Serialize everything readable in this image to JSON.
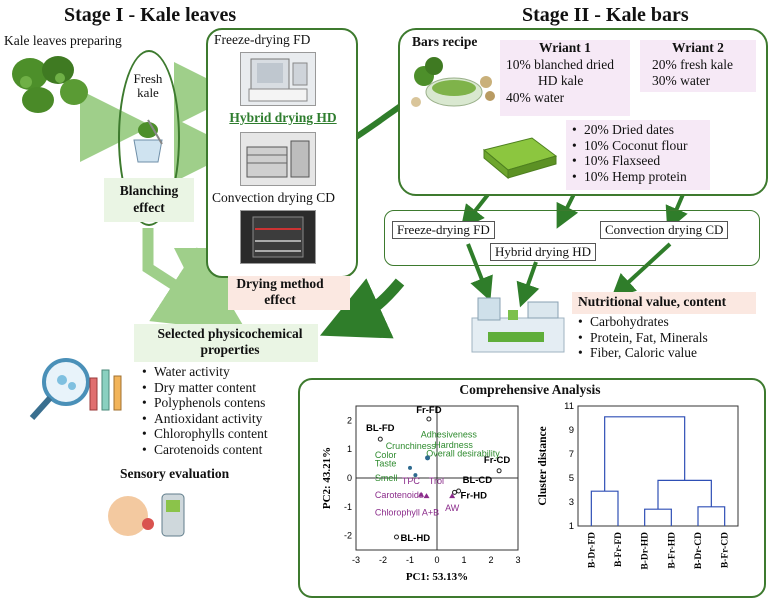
{
  "stage1": {
    "title": "Stage I - Kale leaves",
    "kale_preparing": "Kale leaves preparing",
    "fresh_kale": "Fresh\nkale",
    "blanching": "Blanching\neffect",
    "freeze_drying": "Freeze-drying FD",
    "hybrid_drying": "Hybrid drying HD",
    "convection_drying": "Convection drying CD",
    "drying_effect": "Drying method\neffect"
  },
  "stage2": {
    "title": "Stage II - Kale bars",
    "bars_recipe": "Bars recipe",
    "variant1_title": "Wriant 1",
    "variant1_lines": [
      "10% blanched dried",
      "HD kale",
      "40% water"
    ],
    "variant2_title": "Wriant 2",
    "variant2_lines": [
      "20% fresh kale",
      "30% water"
    ],
    "ingredients": [
      "20% Dried dates",
      "10%  Coconut flour",
      "10% Flaxseed",
      "10% Hemp protein"
    ],
    "methods": {
      "fd": "Freeze-drying FD",
      "cd": "Convection drying CD",
      "hd": "Hybrid drying HD"
    }
  },
  "nutrition": {
    "title": "Nutritional value, content",
    "items": [
      "Carbohydrates",
      "Protein, Fat, Minerals",
      "Fiber, Caloric value"
    ]
  },
  "physchem": {
    "title": "Selected physicochemical\nproperties",
    "items": [
      "Water activity",
      "Dry matter content",
      "Polyphenols contens",
      "Antioxidant activity",
      "Chlorophylls content",
      "Carotenoids content"
    ],
    "sensory": "Sensory evaluation"
  },
  "analysis": {
    "title": "Comprehensive Analysis"
  },
  "chart_data": [
    {
      "type": "scatter",
      "xlabel": "PC1: 53.13%",
      "ylabel": "PC2: 43.21%",
      "xlim": [
        -3,
        3
      ],
      "ylim": [
        -2.5,
        2.5
      ],
      "xticks": [
        "-3",
        "-2",
        "-1",
        "0",
        "1",
        "2",
        "3"
      ],
      "yticks": [
        "2",
        "1",
        "0",
        "-1",
        "-2"
      ],
      "grid": false,
      "samples": [
        {
          "label": "BL-FD",
          "x": -2.1,
          "y": 1.35
        },
        {
          "label": "Fr-FD",
          "x": -0.3,
          "y": 2.05
        },
        {
          "label": "Fr-CD",
          "x": 2.3,
          "y": 0.25
        },
        {
          "label": "BL-CD",
          "x": 0.8,
          "y": -0.45
        },
        {
          "label": "Fr-HD",
          "x": 0.65,
          "y": -0.5
        },
        {
          "label": "BL-HD",
          "x": -1.5,
          "y": -2.05
        }
      ],
      "green_variables": [
        "Adhesiveness",
        "Hardness",
        "Overall desirability",
        "Crunchiness",
        "Color",
        "Taste",
        "Smell"
      ],
      "purple_variables": [
        "TPC",
        "Trol",
        "Carotenoids",
        "Chlorophyll A+B",
        "AW"
      ]
    },
    {
      "type": "dendrogram",
      "ylabel": "Cluster distance",
      "ylim": [
        1,
        11
      ],
      "yticks": [
        "11",
        "9",
        "7",
        "5",
        "3",
        "1"
      ],
      "leaves": [
        "B-Dr-FD",
        "B-Fr-FD",
        "B-Dr-HD",
        "B-Fr-HD",
        "B-Dr-CD",
        "B-Fr-CD"
      ],
      "merges": [
        {
          "left": "B-Dr-FD",
          "right": "B-Fr-FD",
          "height": 3.9
        },
        {
          "left": "B-Dr-HD",
          "right": "B-Fr-HD",
          "height": 2.4
        },
        {
          "left": "B-Dr-CD",
          "right": "B-Fr-CD",
          "height": 2.6
        },
        {
          "left": "HD cluster",
          "right": "CD cluster",
          "height": 4.8
        },
        {
          "left": "FD cluster",
          "right": "HD+CD cluster",
          "height": 10.1
        }
      ]
    }
  ],
  "colors": {
    "panel_border": "#3d7a2e",
    "arrow_green": "#9fcf8a",
    "arrow_dark": "#2f7d2a",
    "pink": "#f6e9f6",
    "green_box": "#eaf5e4",
    "dendro_line": "#2e4fb5"
  }
}
